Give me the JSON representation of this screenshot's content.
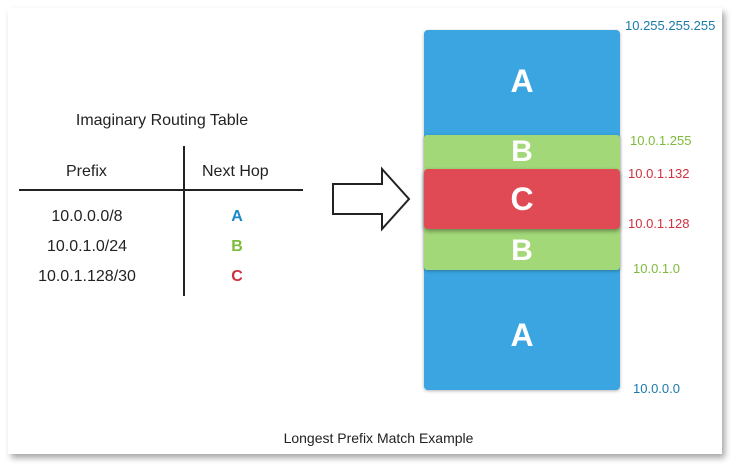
{
  "colors": {
    "a": "#3aa5e0",
    "b": "#7dbb3a",
    "c": "#d0303e",
    "b_fill": "#a3d879",
    "c_fill": "#df4a55",
    "a_text": "#1a88c9",
    "addr_a": "#1a7aa8"
  },
  "table": {
    "title": "Imaginary Routing Table",
    "headers": {
      "prefix": "Prefix",
      "next_hop": "Next Hop"
    },
    "rows": [
      {
        "prefix": "10.0.0.0/8",
        "hop": "A"
      },
      {
        "prefix": "10.0.1.0/24",
        "hop": "B"
      },
      {
        "prefix": "10.0.1.128/30",
        "hop": "C"
      }
    ]
  },
  "blocks": {
    "a_top": "A",
    "a_bottom": "A",
    "b_top": "B",
    "b_bottom": "B",
    "c": "C"
  },
  "addresses": {
    "a_high": "10.255.255.255",
    "b_high": "10.0.1.255",
    "c_high": "10.0.1.132",
    "c_low": "10.0.1.128",
    "b_low": "10.0.1.0",
    "a_low": "10.0.0.0"
  },
  "caption": "Longest Prefix Match Example"
}
